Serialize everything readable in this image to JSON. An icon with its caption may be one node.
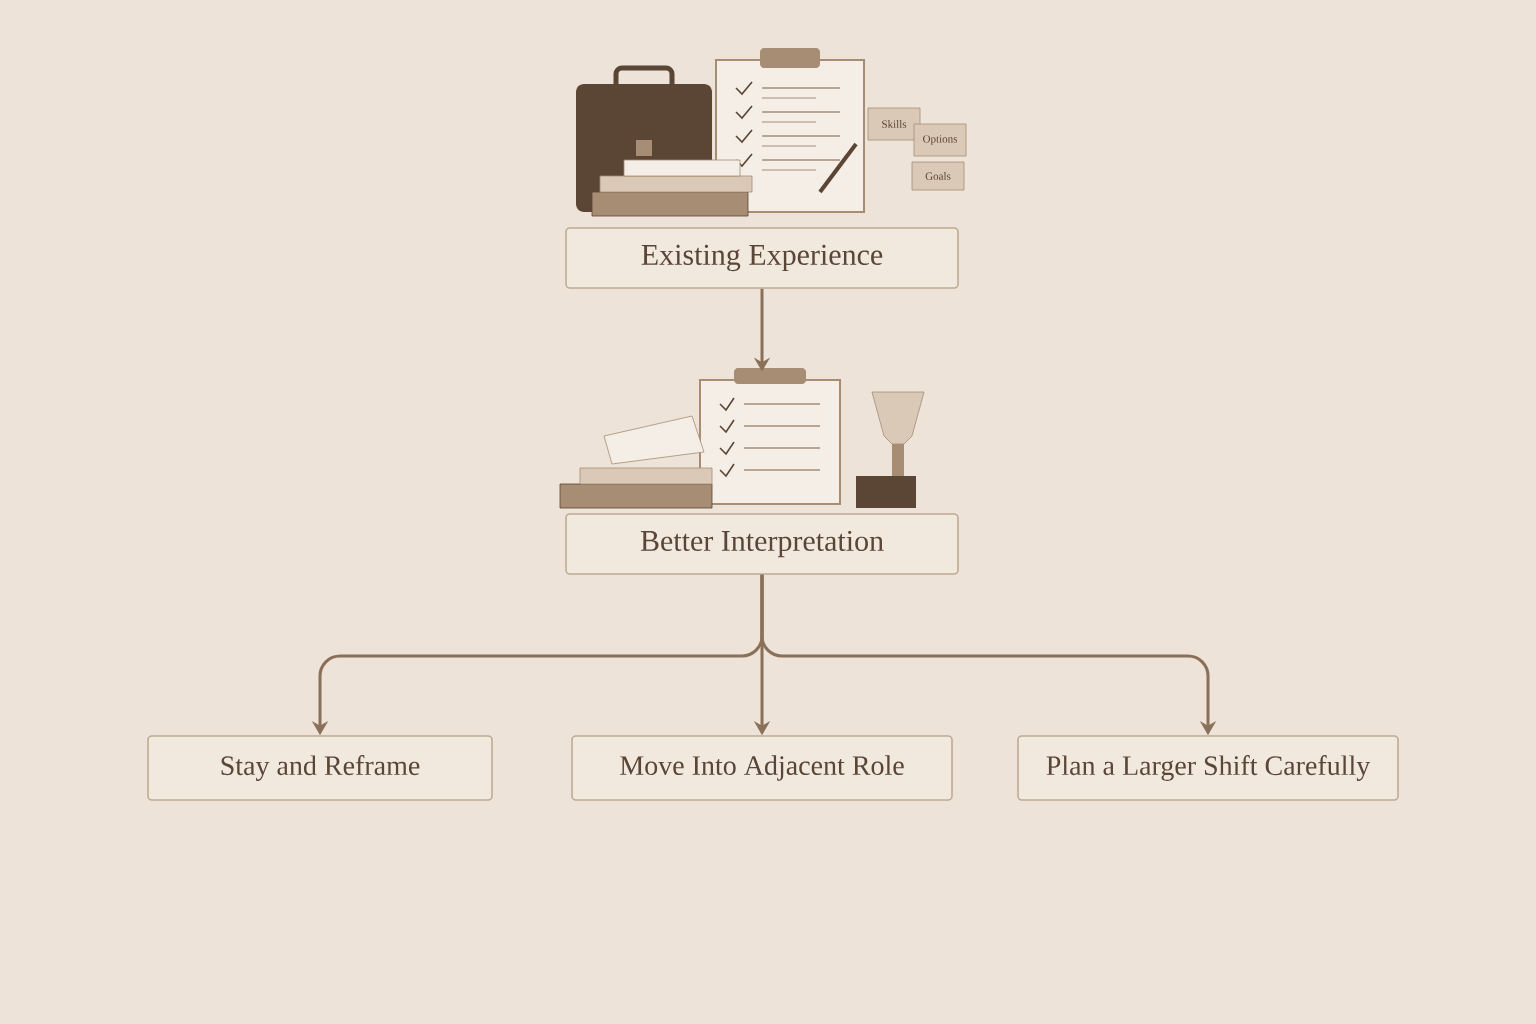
{
  "diagram": {
    "nodes": [
      {
        "text": [],
        "shape": "picture"
      },
      {
        "text": [
          "Existing Experience"
        ]
      },
      {
        "text": [],
        "shape": "picture"
      },
      {
        "text": [
          "Better Interpretation"
        ]
      },
      {
        "text": [
          "Stay and Reframe"
        ]
      },
      {
        "text": [
          "Move Into Adjacent Role"
        ]
      },
      {
        "text": [
          "Plan a Larger Shift Carefully"
        ]
      }
    ],
    "edges": [
      {
        "from": 1,
        "to": 2,
        "arrow": "to"
      },
      {
        "from": 3,
        "to": 4,
        "arrow": "to"
      },
      {
        "from": 3,
        "to": 5,
        "arrow": "to"
      },
      {
        "from": 3,
        "to": 6,
        "arrow": "to"
      }
    ],
    "labels": [
      "Skills",
      "Options",
      "Goals"
    ]
  }
}
